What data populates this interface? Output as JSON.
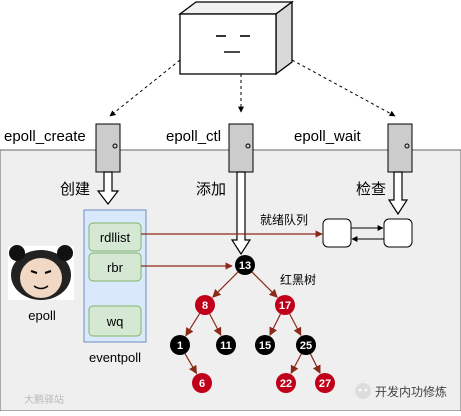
{
  "calls": {
    "create": "epoll_create",
    "ctl": "epoll_ctl",
    "wait": "epoll_wait"
  },
  "actions": {
    "create": "创建",
    "ctl": "添加",
    "wait": "检查"
  },
  "eventpoll": {
    "fields": [
      "rdllist",
      "rbr",
      "wq"
    ],
    "caption": "eventpoll"
  },
  "ready_list_label": "就绪队列",
  "rbtree_label": "红黑树",
  "epoll_label": "epoll",
  "nodes": {
    "root": "13",
    "l": "8",
    "r": "17",
    "ll": "1",
    "lr": "11",
    "rl": "15",
    "rr": "25",
    "llr": "6",
    "rrl": "22",
    "rrr": "27"
  },
  "node_colors": {
    "red": "#c0001a",
    "black": "#000000"
  },
  "colors": {
    "panel_bg": "#efefef",
    "eventpoll_bg": "#dae8fc",
    "eventpoll_border": "#6c8ebf",
    "field_bg": "#d5e8d4",
    "field_border": "#82b366",
    "link_arrow": "#8b2a1a",
    "door": "#cccccc"
  },
  "watermark_left": "大鹏驿站",
  "watermark_right": "开发内功修炼"
}
